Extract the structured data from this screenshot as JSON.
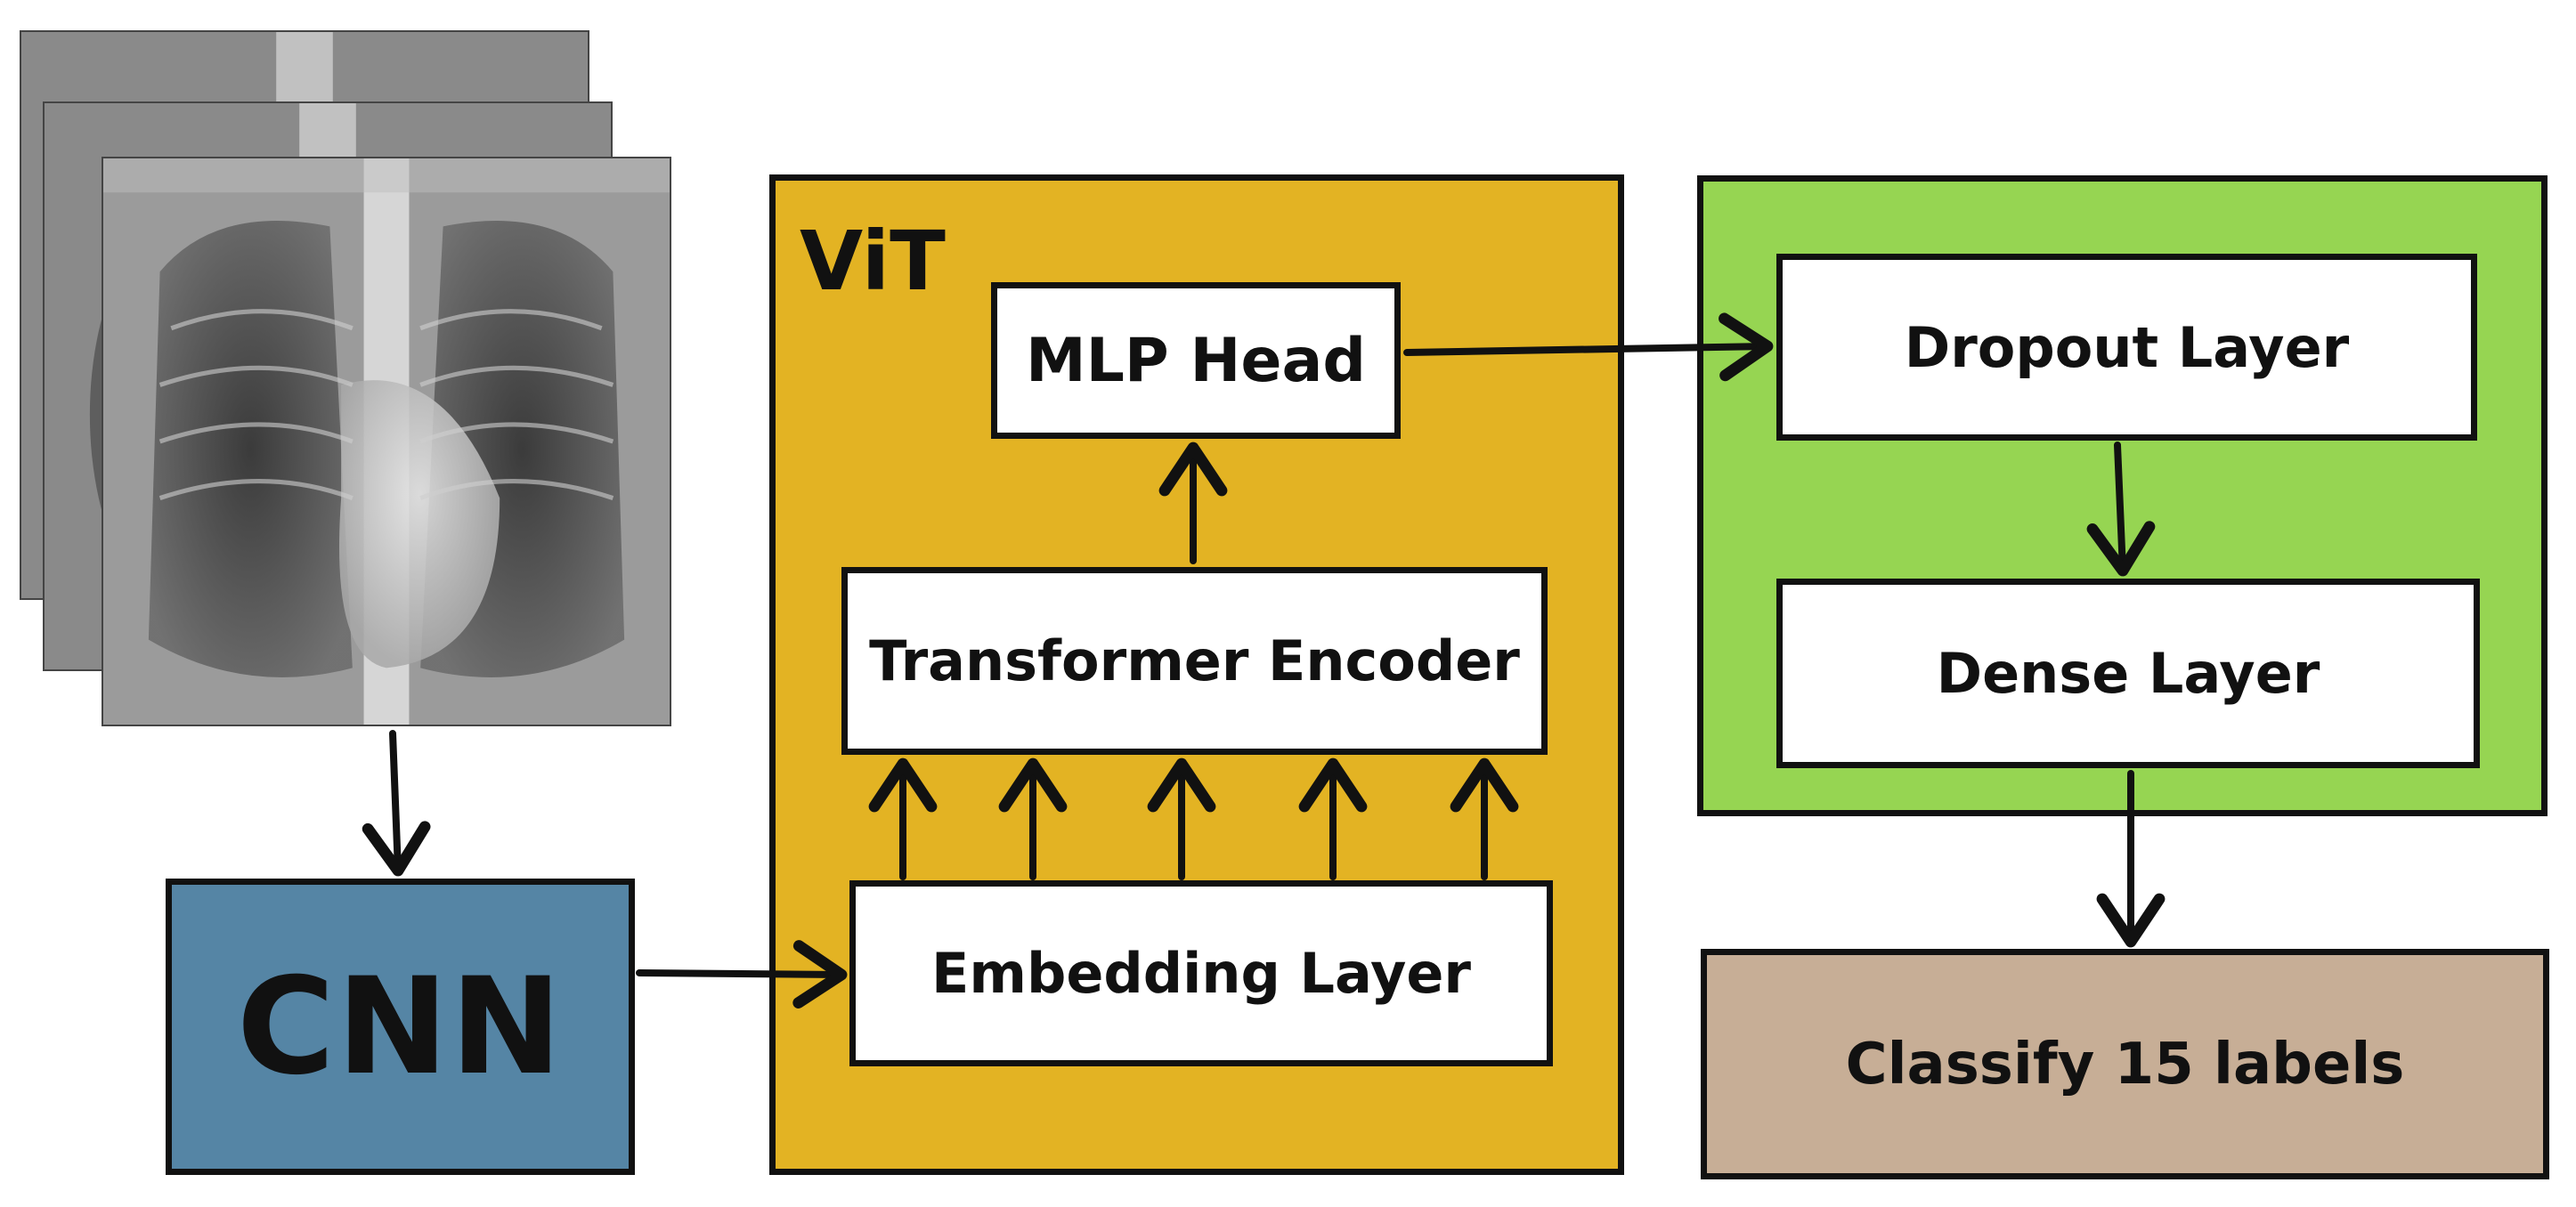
{
  "input": {
    "images": [
      "chest-xray-1",
      "chest-xray-2",
      "chest-xray-3"
    ]
  },
  "cnn": {
    "label": "CNN",
    "color": "#5585a5"
  },
  "vit": {
    "label": "ViT",
    "color": "#e3b323",
    "mlp_head": "MLP Head",
    "transformer_encoder": "Transformer Encoder",
    "embedding_layer": "Embedding Layer"
  },
  "classifier": {
    "color": "#96d552",
    "dropout_layer": "Dropout Layer",
    "dense_layer": "Dense Layer"
  },
  "output": {
    "label": "Classify 15 labels",
    "color": "#c7ae96"
  }
}
